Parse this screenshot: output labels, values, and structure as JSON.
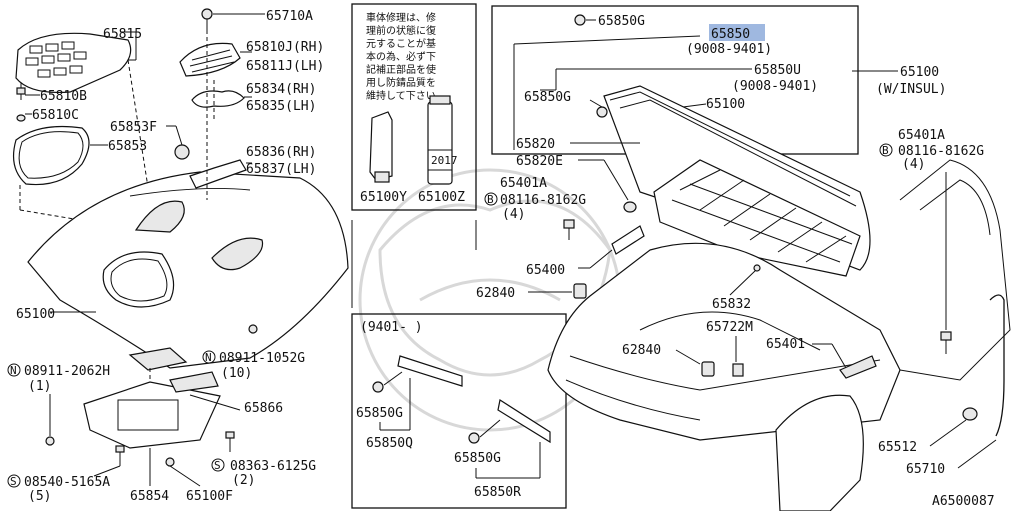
{
  "diagram_id": "A6500087",
  "highlight_color": "#9fb8e0",
  "labels": {
    "p65815": "65815",
    "p65810B": "65810B",
    "p65810C": "65810C",
    "p65853F": "65853F",
    "p65853": "65853",
    "p65710A": "65710A",
    "p65810J": "65810J(RH)",
    "p65811J": "65811J(LH)",
    "p65834": "65834(RH)",
    "p65835": "65835(LH)",
    "p65836": "65836(RH)",
    "p65837": "65837(LH)",
    "p65100_left": "65100",
    "p08911_2062H": "08911-2062H",
    "p08911_2062H_qty": "(1)",
    "p08911_1052G": "08911-1052G",
    "p08911_1052G_qty": "(10)",
    "p65866": "65866",
    "p08540": "08540-5165A",
    "p08540_qty": "(5)",
    "p08363": "08363-6125G",
    "p08363_qty": "(2)",
    "p65854": "65854",
    "p65100F": "65100F",
    "p65100Y": "65100Y",
    "p65100Z": "65100Z",
    "p65850G_top": "65850G",
    "p65850_hl": "65850",
    "p65850_range": "(9008-9401)",
    "p65850U": "65850U",
    "p65850U_range": "(9008-9401)",
    "p65850G_mid": "65850G",
    "p65100_mid": "65100",
    "p65100_right": "65100",
    "p65100_insul": "(W/INSUL)",
    "p65820": "65820",
    "p65820E": "65820E",
    "p65401A_left": "65401A",
    "p08116_left": "08116-8162G",
    "p08116_left_qty": "(4)",
    "p65400": "65400",
    "p62840_a": "62840",
    "p62840_b": "62840",
    "p65832": "65832",
    "p65722M": "65722M",
    "p65401": "65401",
    "p65401A_right": "65401A",
    "p08116_right": "08116-8162G",
    "p08116_right_qty": "(4)",
    "p65512": "65512",
    "p65710": "65710",
    "inset_range": "(9401-    )",
    "p65850G_inset1": "65850G",
    "p65850Q": "65850Q",
    "p65850G_inset2": "65850G",
    "p65850R": "65850R",
    "circle_N": "N",
    "circle_B": "B",
    "circle_S": "S",
    "can_label": "2017"
  },
  "note_lines": [
    "車体修理は、修",
    "理前の状態に復",
    "元することが基",
    "本の為、必ず下",
    "記補正部品を使",
    "用し防錆品質を",
    "維持して下さい。"
  ]
}
